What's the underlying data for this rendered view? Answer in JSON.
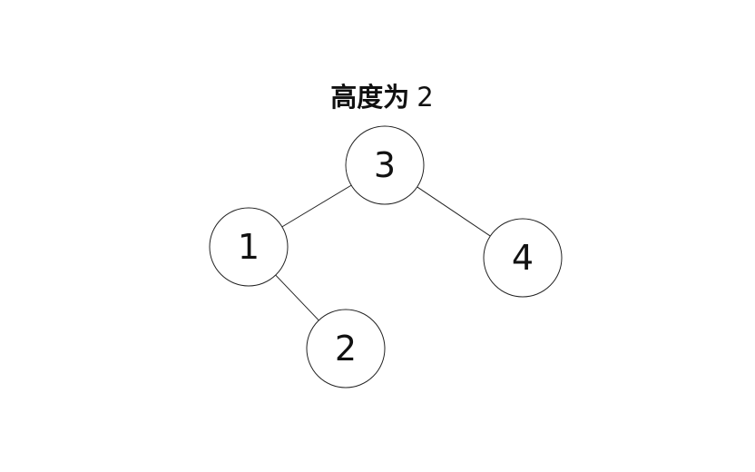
{
  "title": {
    "text": "高度为",
    "value": "2"
  },
  "tree": {
    "nodes": [
      {
        "id": "n3",
        "label": "3"
      },
      {
        "id": "n1",
        "label": "1"
      },
      {
        "id": "n4",
        "label": "4"
      },
      {
        "id": "n2",
        "label": "2"
      }
    ],
    "edges": [
      {
        "from": "n3",
        "to": "n1"
      },
      {
        "from": "n3",
        "to": "n4"
      },
      {
        "from": "n1",
        "to": "n2"
      }
    ]
  },
  "colors": {
    "background": "#ffffff",
    "stroke": "#222222",
    "text": "#111111"
  }
}
